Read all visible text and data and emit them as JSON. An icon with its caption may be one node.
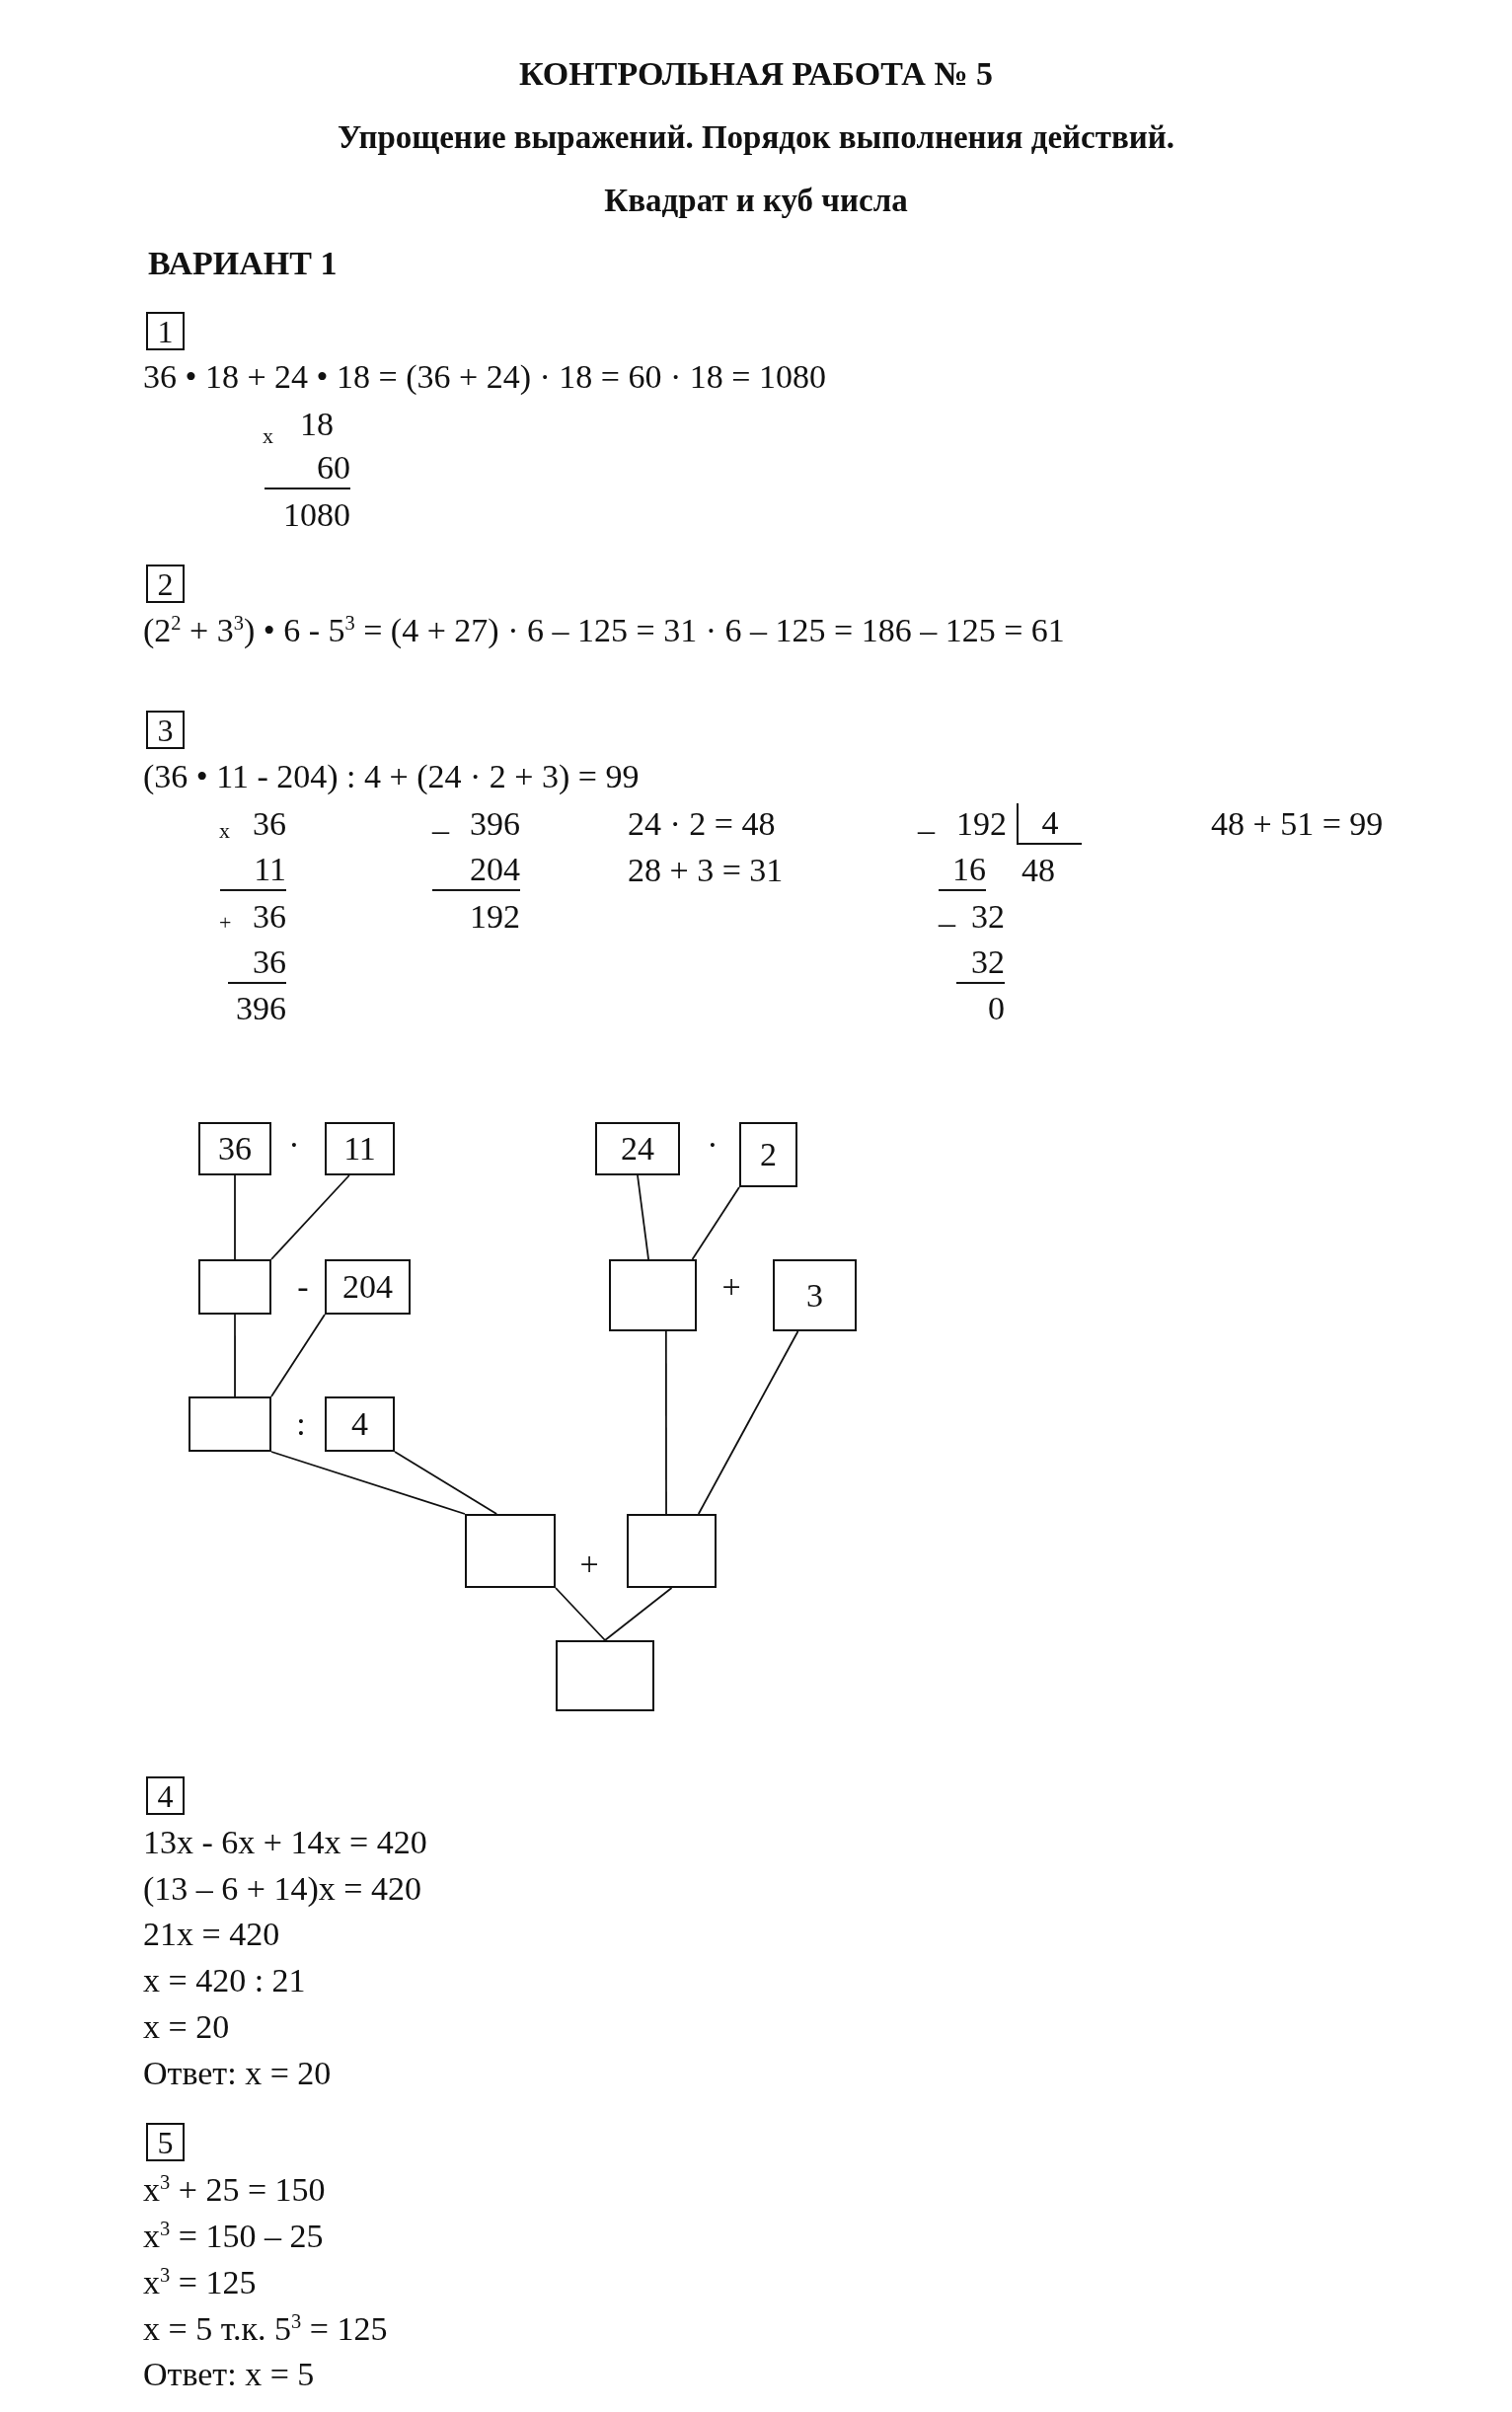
{
  "diagram": {
    "title": "КОНТРОЛЬНАЯ РАБОТА № 5",
    "nodes": [
      {
        "text": [
          "1"
        ]
      },
      {
        "text": [
          "2"
        ]
      },
      {
        "text": [
          "3"
        ]
      },
      {
        "text": [
          "36"
        ]
      },
      {
        "text": [
          "11"
        ]
      },
      {
        "text": [
          "24"
        ]
      },
      {
        "text": [
          "2"
        ]
      },
      {
        "text": [],
        "shape": "box"
      },
      {
        "text": [
          "204"
        ]
      },
      {
        "text": [],
        "shape": "box"
      },
      {
        "text": [
          "3"
        ]
      },
      {
        "text": [],
        "shape": "box"
      },
      {
        "text": [
          "4"
        ]
      },
      {
        "text": [],
        "shape": "box"
      },
      {
        "text": [],
        "shape": "box"
      },
      {
        "text": [],
        "shape": "box"
      },
      {
        "text": [
          "4"
        ]
      },
      {
        "text": [
          "5"
        ]
      }
    ],
    "edges": [
      {
        "from": 3,
        "to": 7,
        "arrow": "none"
      },
      {
        "from": 4,
        "to": 7,
        "arrow": "none"
      },
      {
        "from": 7,
        "to": 11,
        "arrow": "none"
      },
      {
        "from": 8,
        "to": 11,
        "arrow": "none"
      },
      {
        "from": 11,
        "to": 13,
        "arrow": "none"
      },
      {
        "from": 12,
        "to": 13,
        "arrow": "none"
      },
      {
        "from": 5,
        "to": 9,
        "arrow": "none"
      },
      {
        "from": 6,
        "to": 9,
        "arrow": "none"
      },
      {
        "from": 9,
        "to": 14,
        "arrow": "none"
      },
      {
        "from": 10,
        "to": 14,
        "arrow": "none"
      },
      {
        "from": 13,
        "to": 15,
        "arrow": "none"
      },
      {
        "from": 14,
        "to": 15,
        "arrow": "none"
      }
    ],
    "labels": [
      "Упрощение выражений. Порядок выполнения действий.",
      "Квадрат и куб числа",
      "ВАРИАНТ 1",
      "36 • 18 + 24 • 18 = (36 + 24) · 18 = 60 · 18 = 1080",
      "x",
      "18",
      "60",
      "1080",
      "(2$^{2}$ + 3$^{3}$) • 6 - 5$^{3}$ = (4 + 27) · 6 – 125 = 31 · 6 – 125 = 186 – 125 = 61",
      "(36 • 11 - 204) : 4 + (24 · 2 + 3) = 99",
      "x",
      "36",
      "_",
      "396",
      "24 · 2 = 48",
      "_",
      "192",
      "4",
      "48 + 51 = 99",
      "11",
      "204",
      "28 + 3 = 31",
      "16",
      "48",
      "+",
      "36",
      "192",
      "_",
      "32",
      "36",
      "32",
      "396",
      "0",
      "·",
      "·",
      "-",
      "+",
      ":",
      "+",
      "13x - 6x + 14x = 420",
      "(13 – 6 + 14)x = 420",
      "21x = 420",
      "x = 420 : 21",
      "x = 20",
      "Ответ: x = 20",
      "x$^{3}$ + 25 = 150",
      "x$^{3}$ = 150 – 25",
      "x$^{3}$ = 125",
      "x = 5 т.к. 5$^{3}$ = 125",
      "Ответ: x = 5"
    ]
  }
}
